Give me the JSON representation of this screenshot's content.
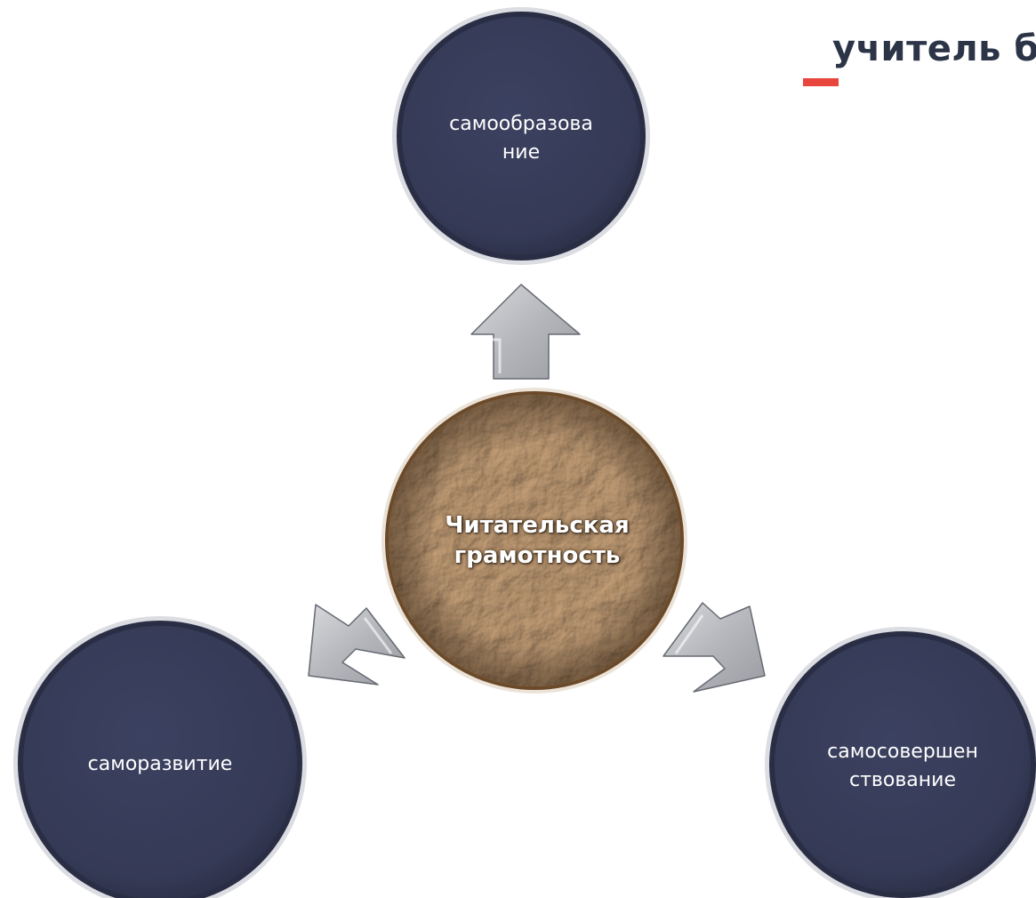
{
  "brand": {
    "text": "учитель б",
    "accent_color": "#e8453c",
    "text_color": "#2c3447"
  },
  "diagram": {
    "center": {
      "label": "Читательская\nграмотность",
      "texture": "crumpled-kraft-paper"
    },
    "nodes": [
      {
        "id": "top",
        "label": "самообразова\nние"
      },
      {
        "id": "left",
        "label": "саморазвитие"
      },
      {
        "id": "right",
        "label": "самосовершен\nствование"
      }
    ],
    "arrows": [
      "arrow-up",
      "arrow-down-left",
      "arrow-down-right"
    ],
    "node_color": "#363b57",
    "arrow_color": "#b9bbc0"
  }
}
